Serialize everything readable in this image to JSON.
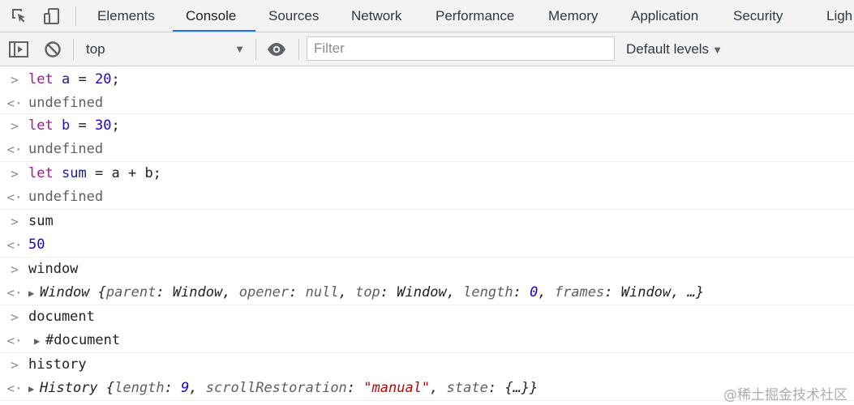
{
  "tabs": [
    "Elements",
    "Console",
    "Sources",
    "Network",
    "Performance",
    "Memory",
    "Application",
    "Security",
    "Ligh"
  ],
  "active_tab": "Console",
  "toolbar": {
    "context": "top",
    "filter_placeholder": "Filter",
    "levels": "Default levels"
  },
  "console": {
    "e1": {
      "in": [
        "let",
        "a",
        "=",
        "20",
        ";"
      ],
      "out": "undefined"
    },
    "e2": {
      "in": [
        "let",
        "b",
        "=",
        "30",
        ";"
      ],
      "out": "undefined"
    },
    "e3": {
      "in": [
        "let",
        "sum",
        "=",
        "a",
        "+",
        "b;"
      ],
      "out": "undefined"
    },
    "e4": {
      "in": "sum",
      "out": "50"
    },
    "e5": {
      "in": "window",
      "out": {
        "type": "Window",
        "open": "{",
        "k1": "parent",
        "v1": "Window",
        "k2": "opener",
        "v2": "null",
        "k3": "top",
        "v3": "Window",
        "k4": "length",
        "v4": "0",
        "k5": "frames",
        "v5": "Window",
        "rest": "…}"
      }
    },
    "e6": {
      "in": "document",
      "out": "#document"
    },
    "e7": {
      "in": "history",
      "out": {
        "type": "History",
        "open": "{",
        "k1": "length",
        "v1": "9",
        "k2": "scrollRestoration",
        "v2": "\"manual\"",
        "k3": "state",
        "v3": "{…}",
        "close": "}"
      }
    }
  },
  "watermark": "@稀土掘金技术社区"
}
